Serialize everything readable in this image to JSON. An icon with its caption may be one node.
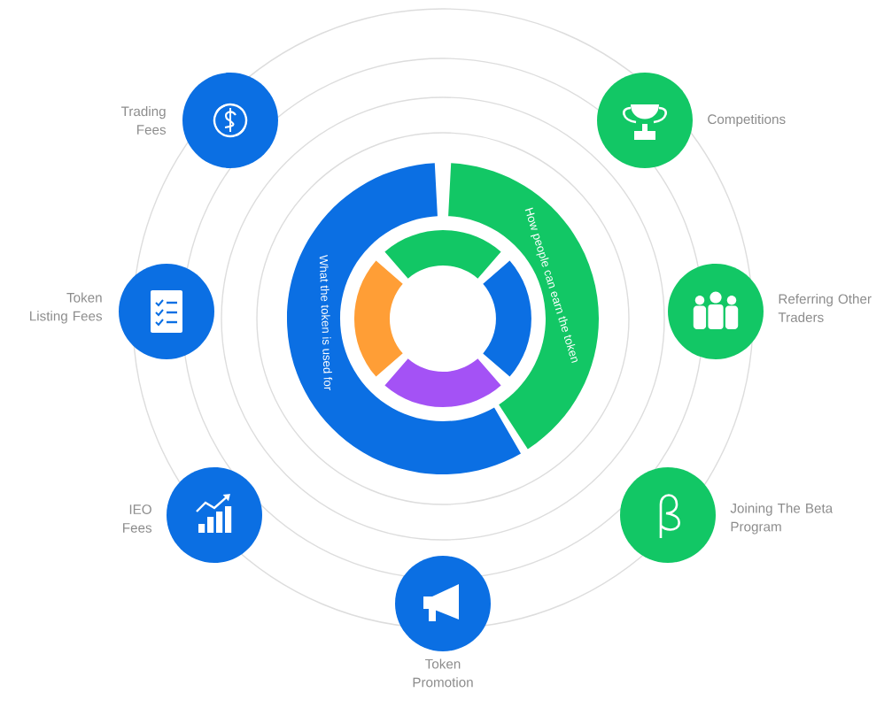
{
  "diagram": {
    "nodes": [
      {
        "text": [
          "What the token is used for"
        ]
      },
      {
        "text": [
          "How people can earn the token"
        ]
      },
      {
        "text": [
          "Trading Fees"
        ]
      },
      {
        "text": [
          "Competitions"
        ]
      },
      {
        "text": [
          "Token Listing Fees"
        ]
      },
      {
        "text": [
          "Referring Other Traders"
        ]
      },
      {
        "text": [
          "IEO Fees"
        ]
      },
      {
        "text": [
          "Joining The Beta Program"
        ]
      },
      {
        "text": [
          "Token Promotion"
        ]
      }
    ]
  }
}
